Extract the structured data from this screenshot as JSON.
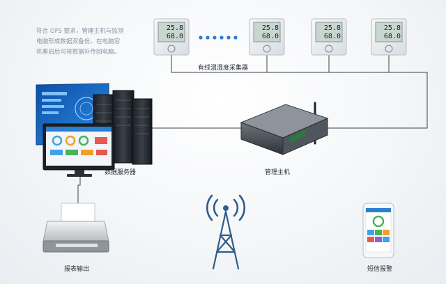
{
  "description_lines": [
    "符合 GFS 要求，管理主机与监测",
    "电脑形成数据双备份。在电脑宕",
    "机重启后可将数据补传回电脑。"
  ],
  "labels": {
    "sensors": "有线温湿度采集器",
    "server": "数据服务器",
    "host": "管理主机",
    "printer": "报表输出",
    "sms": "短信报警"
  },
  "sensor_display": {
    "temp": "25.8",
    "hum": "68.0"
  },
  "colors": {
    "line": "#3c4047",
    "accent": "#2a7fd0",
    "tower": "#2f5d8c"
  }
}
